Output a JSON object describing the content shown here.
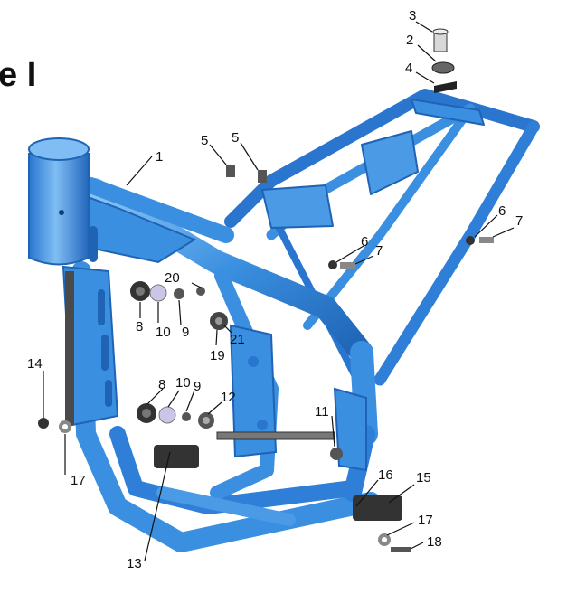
{
  "header": {
    "title_fragment": "e I"
  },
  "callouts": [
    "1",
    "2",
    "3",
    "4",
    "5",
    "5",
    "6",
    "6",
    "7",
    "7",
    "8",
    "8",
    "9",
    "9",
    "10",
    "10",
    "11",
    "12",
    "13",
    "14",
    "15",
    "16",
    "17",
    "17",
    "18",
    "19",
    "20",
    "21"
  ],
  "colors": {
    "frame": "#3a8fe0",
    "frame_dark": "#1f63b4",
    "frame_light": "#8cc6f7",
    "hardware": "#444444",
    "washer": "#c9c6e8"
  }
}
